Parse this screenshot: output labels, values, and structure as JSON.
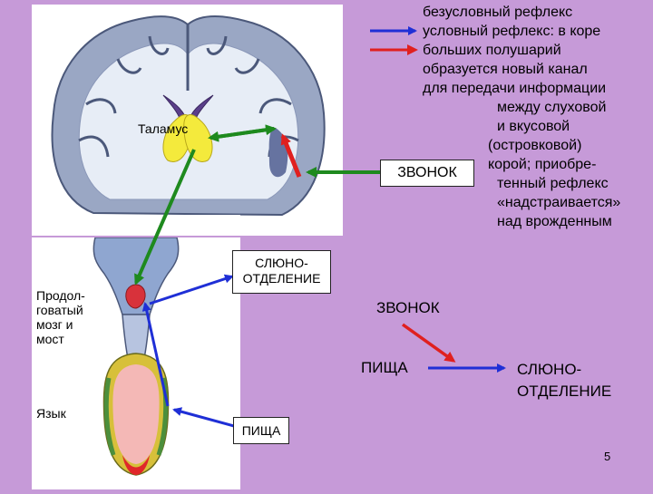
{
  "legend": {
    "unconditioned": "безусловный рефлекс",
    "conditioned_lines": [
      "условный рефлекс: в коре",
      "больших полушарий",
      "образуется новый канал",
      "для передачи информации",
      "между слуховой",
      "и вкусовой",
      "(островковой)",
      "корой; приобре-",
      "тенный рефлекс",
      "«надстраивается»",
      "над врожденным"
    ],
    "colors": {
      "unconditioned": "#1f2fd6",
      "conditioned": "#e0201f",
      "pathway": "#1e8a1e"
    }
  },
  "labels": {
    "thalamus": "Таламус",
    "medulla": [
      "Продол-",
      "говатый",
      "мозг и",
      "мост"
    ],
    "tongue": "Язык",
    "bell_box": "ЗВОНОК",
    "salivation_box": [
      "СЛЮНО-",
      "ОТДЕЛЕНИЕ"
    ],
    "food_box": "ПИЩА"
  },
  "scheme": {
    "bell": "ЗВОНОК",
    "food": "ПИЩА",
    "salivation": [
      "СЛЮНО-",
      "ОТДЕЛЕНИЕ"
    ]
  },
  "page_number": "5"
}
